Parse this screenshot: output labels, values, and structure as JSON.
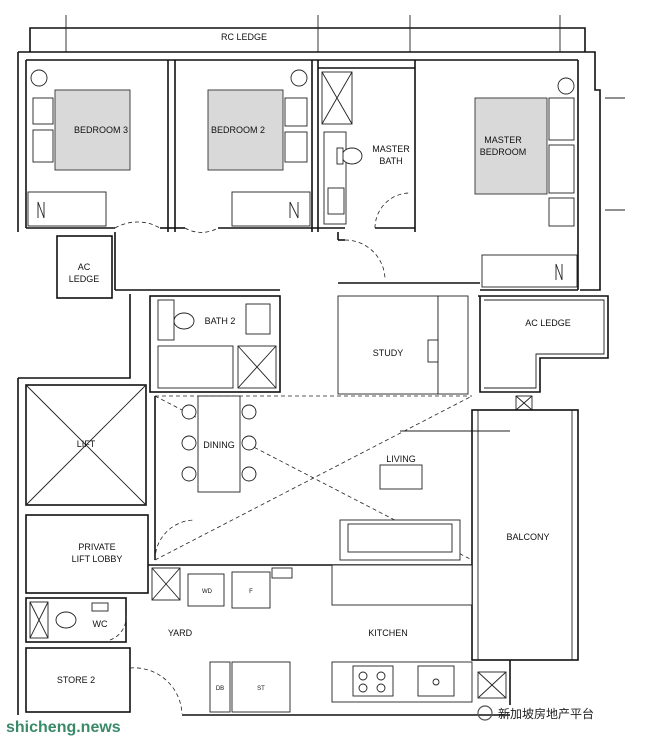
{
  "rooms": {
    "rc_ledge": "RC LEDGE",
    "bedroom3": "BEDROOM 3",
    "bedroom2": "BEDROOM 2",
    "master_bath_1": "MASTER",
    "master_bath_2": "BATH",
    "master_bedroom_1": "MASTER",
    "master_bedroom_2": "BEDROOM",
    "ac_ledge_left_1": "AC",
    "ac_ledge_left_2": "LEDGE",
    "bath2": "BATH 2",
    "study": "STUDY",
    "ac_ledge_right": "AC LEDGE",
    "lift": "LIFT",
    "dining": "DINING",
    "living": "LIVING",
    "private_lobby_1": "PRIVATE",
    "private_lobby_2": "LIFT LOBBY",
    "balcony": "BALCONY",
    "wc": "WC",
    "yard": "YARD",
    "kitchen": "KITCHEN",
    "store2": "STORE 2"
  },
  "appliances": {
    "washer_dryer": "WD",
    "fridge": "F",
    "db": "DB",
    "st": "ST"
  },
  "watermark": {
    "site": "shicheng.news",
    "wechat": "新加坡房地产平台"
  }
}
